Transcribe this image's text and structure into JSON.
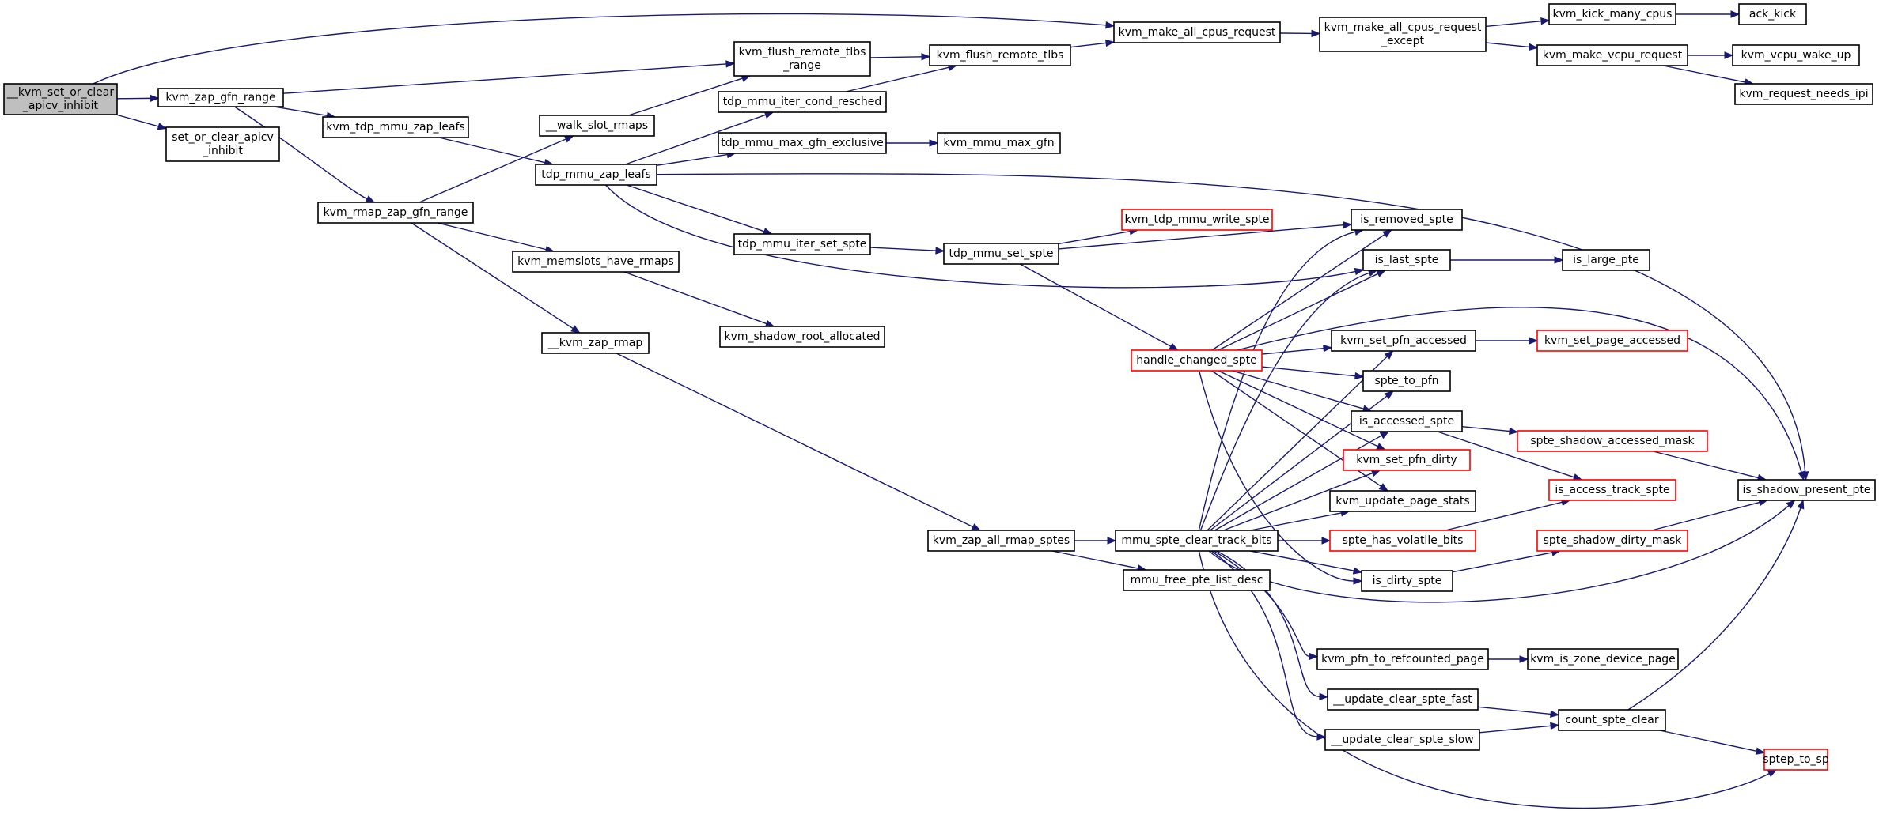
{
  "colors": {
    "edge": "#191970",
    "node_border": "#000000",
    "link_border": "#ff0000",
    "root_fill": "#bfbfbf",
    "background": "#ffffff"
  },
  "nodes": [
    {
      "id": "root",
      "lines": [
        "__kvm_set_or_clear",
        "_apicv_inhibit"
      ],
      "style": "root"
    },
    {
      "id": "zap_gfn_range",
      "lines": [
        "kvm_zap_gfn_range"
      ]
    },
    {
      "id": "set_or_clear",
      "lines": [
        "set_or_clear_apicv",
        "_inhibit"
      ]
    },
    {
      "id": "tdp_zap_leafs",
      "lines": [
        "kvm_tdp_mmu_zap_leafs"
      ]
    },
    {
      "id": "rmap_zap_gfn_range",
      "lines": [
        "kvm_rmap_zap_gfn_range"
      ]
    },
    {
      "id": "flush_range",
      "lines": [
        "kvm_flush_remote_tlbs",
        "_range"
      ]
    },
    {
      "id": "walk_slot_rmaps",
      "lines": [
        "__walk_slot_rmaps"
      ]
    },
    {
      "id": "tdp_mmu_zap_leafs",
      "lines": [
        "tdp_mmu_zap_leafs"
      ]
    },
    {
      "id": "memslots_have_rmaps",
      "lines": [
        "kvm_memslots_have_rmaps"
      ]
    },
    {
      "id": "kvm_zap_rmap",
      "lines": [
        "__kvm_zap_rmap"
      ]
    },
    {
      "id": "cond_resched",
      "lines": [
        "tdp_mmu_iter_cond_resched"
      ]
    },
    {
      "id": "max_gfn_exclusive",
      "lines": [
        "tdp_mmu_max_gfn_exclusive"
      ]
    },
    {
      "id": "iter_set_spte",
      "lines": [
        "tdp_mmu_iter_set_spte"
      ]
    },
    {
      "id": "shadow_root_allocated",
      "lines": [
        "kvm_shadow_root_allocated"
      ]
    },
    {
      "id": "flush_remote_tlbs",
      "lines": [
        "kvm_flush_remote_tlbs"
      ]
    },
    {
      "id": "mmu_max_gfn",
      "lines": [
        "kvm_mmu_max_gfn"
      ]
    },
    {
      "id": "tdp_mmu_set_spte",
      "lines": [
        "tdp_mmu_set_spte"
      ]
    },
    {
      "id": "make_all_cpus_request",
      "lines": [
        "kvm_make_all_cpus_request"
      ]
    },
    {
      "id": "all_cpus_request_except",
      "lines": [
        "kvm_make_all_cpus_request",
        "_except"
      ]
    },
    {
      "id": "kick_many_cpus",
      "lines": [
        "kvm_kick_many_cpus"
      ]
    },
    {
      "id": "ack_kick",
      "lines": [
        "ack_kick"
      ]
    },
    {
      "id": "make_vcpu_request",
      "lines": [
        "kvm_make_vcpu_request"
      ]
    },
    {
      "id": "vcpu_wake_up",
      "lines": [
        "kvm_vcpu_wake_up"
      ]
    },
    {
      "id": "request_needs_ipi",
      "lines": [
        "kvm_request_needs_ipi"
      ]
    },
    {
      "id": "tdp_mmu_write_spte",
      "lines": [
        "kvm_tdp_mmu_write_spte"
      ],
      "style": "red"
    },
    {
      "id": "is_removed_spte",
      "lines": [
        "is_removed_spte"
      ]
    },
    {
      "id": "is_last_spte",
      "lines": [
        "is_last_spte"
      ]
    },
    {
      "id": "is_large_pte",
      "lines": [
        "is_large_pte"
      ]
    },
    {
      "id": "handle_changed_spte",
      "lines": [
        "handle_changed_spte"
      ],
      "style": "red"
    },
    {
      "id": "set_pfn_accessed",
      "lines": [
        "kvm_set_pfn_accessed"
      ]
    },
    {
      "id": "set_page_accessed",
      "lines": [
        "kvm_set_page_accessed"
      ],
      "style": "red"
    },
    {
      "id": "spte_to_pfn",
      "lines": [
        "spte_to_pfn"
      ]
    },
    {
      "id": "is_accessed_spte",
      "lines": [
        "is_accessed_spte"
      ]
    },
    {
      "id": "spte_shadow_accessed_mask",
      "lines": [
        "spte_shadow_accessed_mask"
      ],
      "style": "red"
    },
    {
      "id": "set_pfn_dirty",
      "lines": [
        "kvm_set_pfn_dirty"
      ],
      "style": "red"
    },
    {
      "id": "is_access_track_spte",
      "lines": [
        "is_access_track_spte"
      ],
      "style": "red"
    },
    {
      "id": "is_shadow_present_pte",
      "lines": [
        "is_shadow_present_pte"
      ]
    },
    {
      "id": "update_page_stats",
      "lines": [
        "kvm_update_page_stats"
      ]
    },
    {
      "id": "zap_all_rmap_sptes",
      "lines": [
        "kvm_zap_all_rmap_sptes"
      ]
    },
    {
      "id": "mmu_spte_clear_track_bits",
      "lines": [
        "mmu_spte_clear_track_bits"
      ]
    },
    {
      "id": "spte_has_volatile_bits",
      "lines": [
        "spte_has_volatile_bits"
      ],
      "style": "red"
    },
    {
      "id": "spte_shadow_dirty_mask",
      "lines": [
        "spte_shadow_dirty_mask"
      ],
      "style": "red"
    },
    {
      "id": "mmu_free_pte_list_desc",
      "lines": [
        "mmu_free_pte_list_desc"
      ]
    },
    {
      "id": "is_dirty_spte",
      "lines": [
        "is_dirty_spte"
      ]
    },
    {
      "id": "pfn_to_refcounted_page",
      "lines": [
        "kvm_pfn_to_refcounted_page"
      ]
    },
    {
      "id": "is_zone_device_page",
      "lines": [
        "kvm_is_zone_device_page"
      ]
    },
    {
      "id": "update_clear_fast",
      "lines": [
        "__update_clear_spte_fast"
      ]
    },
    {
      "id": "count_spte_clear",
      "lines": [
        "count_spte_clear"
      ]
    },
    {
      "id": "update_clear_slow",
      "lines": [
        "__update_clear_spte_slow"
      ]
    },
    {
      "id": "sptep_to_sp",
      "lines": [
        "sptep_to_sp"
      ],
      "style": "red"
    }
  ],
  "edges": [
    [
      "root",
      "zap_gfn_range"
    ],
    [
      "root",
      "set_or_clear"
    ],
    [
      "root",
      "make_all_cpus_request"
    ],
    [
      "zap_gfn_range",
      "flush_range"
    ],
    [
      "zap_gfn_range",
      "tdp_zap_leafs"
    ],
    [
      "zap_gfn_range",
      "rmap_zap_gfn_range"
    ],
    [
      "tdp_zap_leafs",
      "tdp_mmu_zap_leafs"
    ],
    [
      "rmap_zap_gfn_range",
      "walk_slot_rmaps"
    ],
    [
      "rmap_zap_gfn_range",
      "memslots_have_rmaps"
    ],
    [
      "rmap_zap_gfn_range",
      "kvm_zap_rmap"
    ],
    [
      "walk_slot_rmaps",
      "flush_range"
    ],
    [
      "memslots_have_rmaps",
      "shadow_root_allocated"
    ],
    [
      "kvm_zap_rmap",
      "zap_all_rmap_sptes"
    ],
    [
      "tdp_mmu_zap_leafs",
      "cond_resched"
    ],
    [
      "tdp_mmu_zap_leafs",
      "max_gfn_exclusive"
    ],
    [
      "tdp_mmu_zap_leafs",
      "iter_set_spte"
    ],
    [
      "tdp_mmu_zap_leafs",
      "is_last_spte"
    ],
    [
      "tdp_mmu_zap_leafs",
      "is_shadow_present_pte"
    ],
    [
      "cond_resched",
      "flush_remote_tlbs"
    ],
    [
      "flush_range",
      "flush_remote_tlbs"
    ],
    [
      "flush_remote_tlbs",
      "make_all_cpus_request"
    ],
    [
      "make_all_cpus_request",
      "all_cpus_request_except"
    ],
    [
      "all_cpus_request_except",
      "kick_many_cpus"
    ],
    [
      "all_cpus_request_except",
      "make_vcpu_request"
    ],
    [
      "kick_many_cpus",
      "ack_kick"
    ],
    [
      "make_vcpu_request",
      "vcpu_wake_up"
    ],
    [
      "make_vcpu_request",
      "request_needs_ipi"
    ],
    [
      "max_gfn_exclusive",
      "mmu_max_gfn"
    ],
    [
      "iter_set_spte",
      "tdp_mmu_set_spte"
    ],
    [
      "tdp_mmu_set_spte",
      "tdp_mmu_write_spte"
    ],
    [
      "tdp_mmu_set_spte",
      "is_removed_spte"
    ],
    [
      "tdp_mmu_set_spte",
      "handle_changed_spte"
    ],
    [
      "handle_changed_spte",
      "is_removed_spte"
    ],
    [
      "handle_changed_spte",
      "is_last_spte"
    ],
    [
      "handle_changed_spte",
      "set_pfn_accessed"
    ],
    [
      "handle_changed_spte",
      "spte_to_pfn"
    ],
    [
      "handle_changed_spte",
      "is_accessed_spte"
    ],
    [
      "handle_changed_spte",
      "set_pfn_dirty"
    ],
    [
      "handle_changed_spte",
      "update_page_stats"
    ],
    [
      "handle_changed_spte",
      "is_dirty_spte"
    ],
    [
      "handle_changed_spte",
      "is_shadow_present_pte"
    ],
    [
      "is_last_spte",
      "is_large_pte"
    ],
    [
      "set_pfn_accessed",
      "set_page_accessed"
    ],
    [
      "is_accessed_spte",
      "spte_shadow_accessed_mask"
    ],
    [
      "is_accessed_spte",
      "is_access_track_spte"
    ],
    [
      "spte_shadow_accessed_mask",
      "is_shadow_present_pte"
    ],
    [
      "zap_all_rmap_sptes",
      "mmu_spte_clear_track_bits"
    ],
    [
      "zap_all_rmap_sptes",
      "mmu_free_pte_list_desc"
    ],
    [
      "mmu_spte_clear_track_bits",
      "set_pfn_accessed"
    ],
    [
      "mmu_spte_clear_track_bits",
      "spte_to_pfn"
    ],
    [
      "mmu_spte_clear_track_bits",
      "is_accessed_spte"
    ],
    [
      "mmu_spte_clear_track_bits",
      "set_pfn_dirty"
    ],
    [
      "mmu_spte_clear_track_bits",
      "update_page_stats"
    ],
    [
      "mmu_spte_clear_track_bits",
      "spte_has_volatile_bits"
    ],
    [
      "mmu_spte_clear_track_bits",
      "is_dirty_spte"
    ],
    [
      "mmu_spte_clear_track_bits",
      "is_shadow_present_pte"
    ],
    [
      "mmu_spte_clear_track_bits",
      "pfn_to_refcounted_page"
    ],
    [
      "mmu_spte_clear_track_bits",
      "update_clear_fast"
    ],
    [
      "mmu_spte_clear_track_bits",
      "update_clear_slow"
    ],
    [
      "mmu_spte_clear_track_bits",
      "sptep_to_sp"
    ],
    [
      "mmu_spte_clear_track_bits",
      "is_removed_spte"
    ],
    [
      "mmu_spte_clear_track_bits",
      "is_last_spte"
    ],
    [
      "spte_has_volatile_bits",
      "is_access_track_spte"
    ],
    [
      "is_dirty_spte",
      "spte_shadow_dirty_mask"
    ],
    [
      "spte_shadow_dirty_mask",
      "is_shadow_present_pte"
    ],
    [
      "pfn_to_refcounted_page",
      "is_zone_device_page"
    ],
    [
      "update_clear_fast",
      "count_spte_clear"
    ],
    [
      "update_clear_slow",
      "count_spte_clear"
    ],
    [
      "count_spte_clear",
      "is_shadow_present_pte"
    ],
    [
      "count_spte_clear",
      "sptep_to_sp"
    ]
  ]
}
